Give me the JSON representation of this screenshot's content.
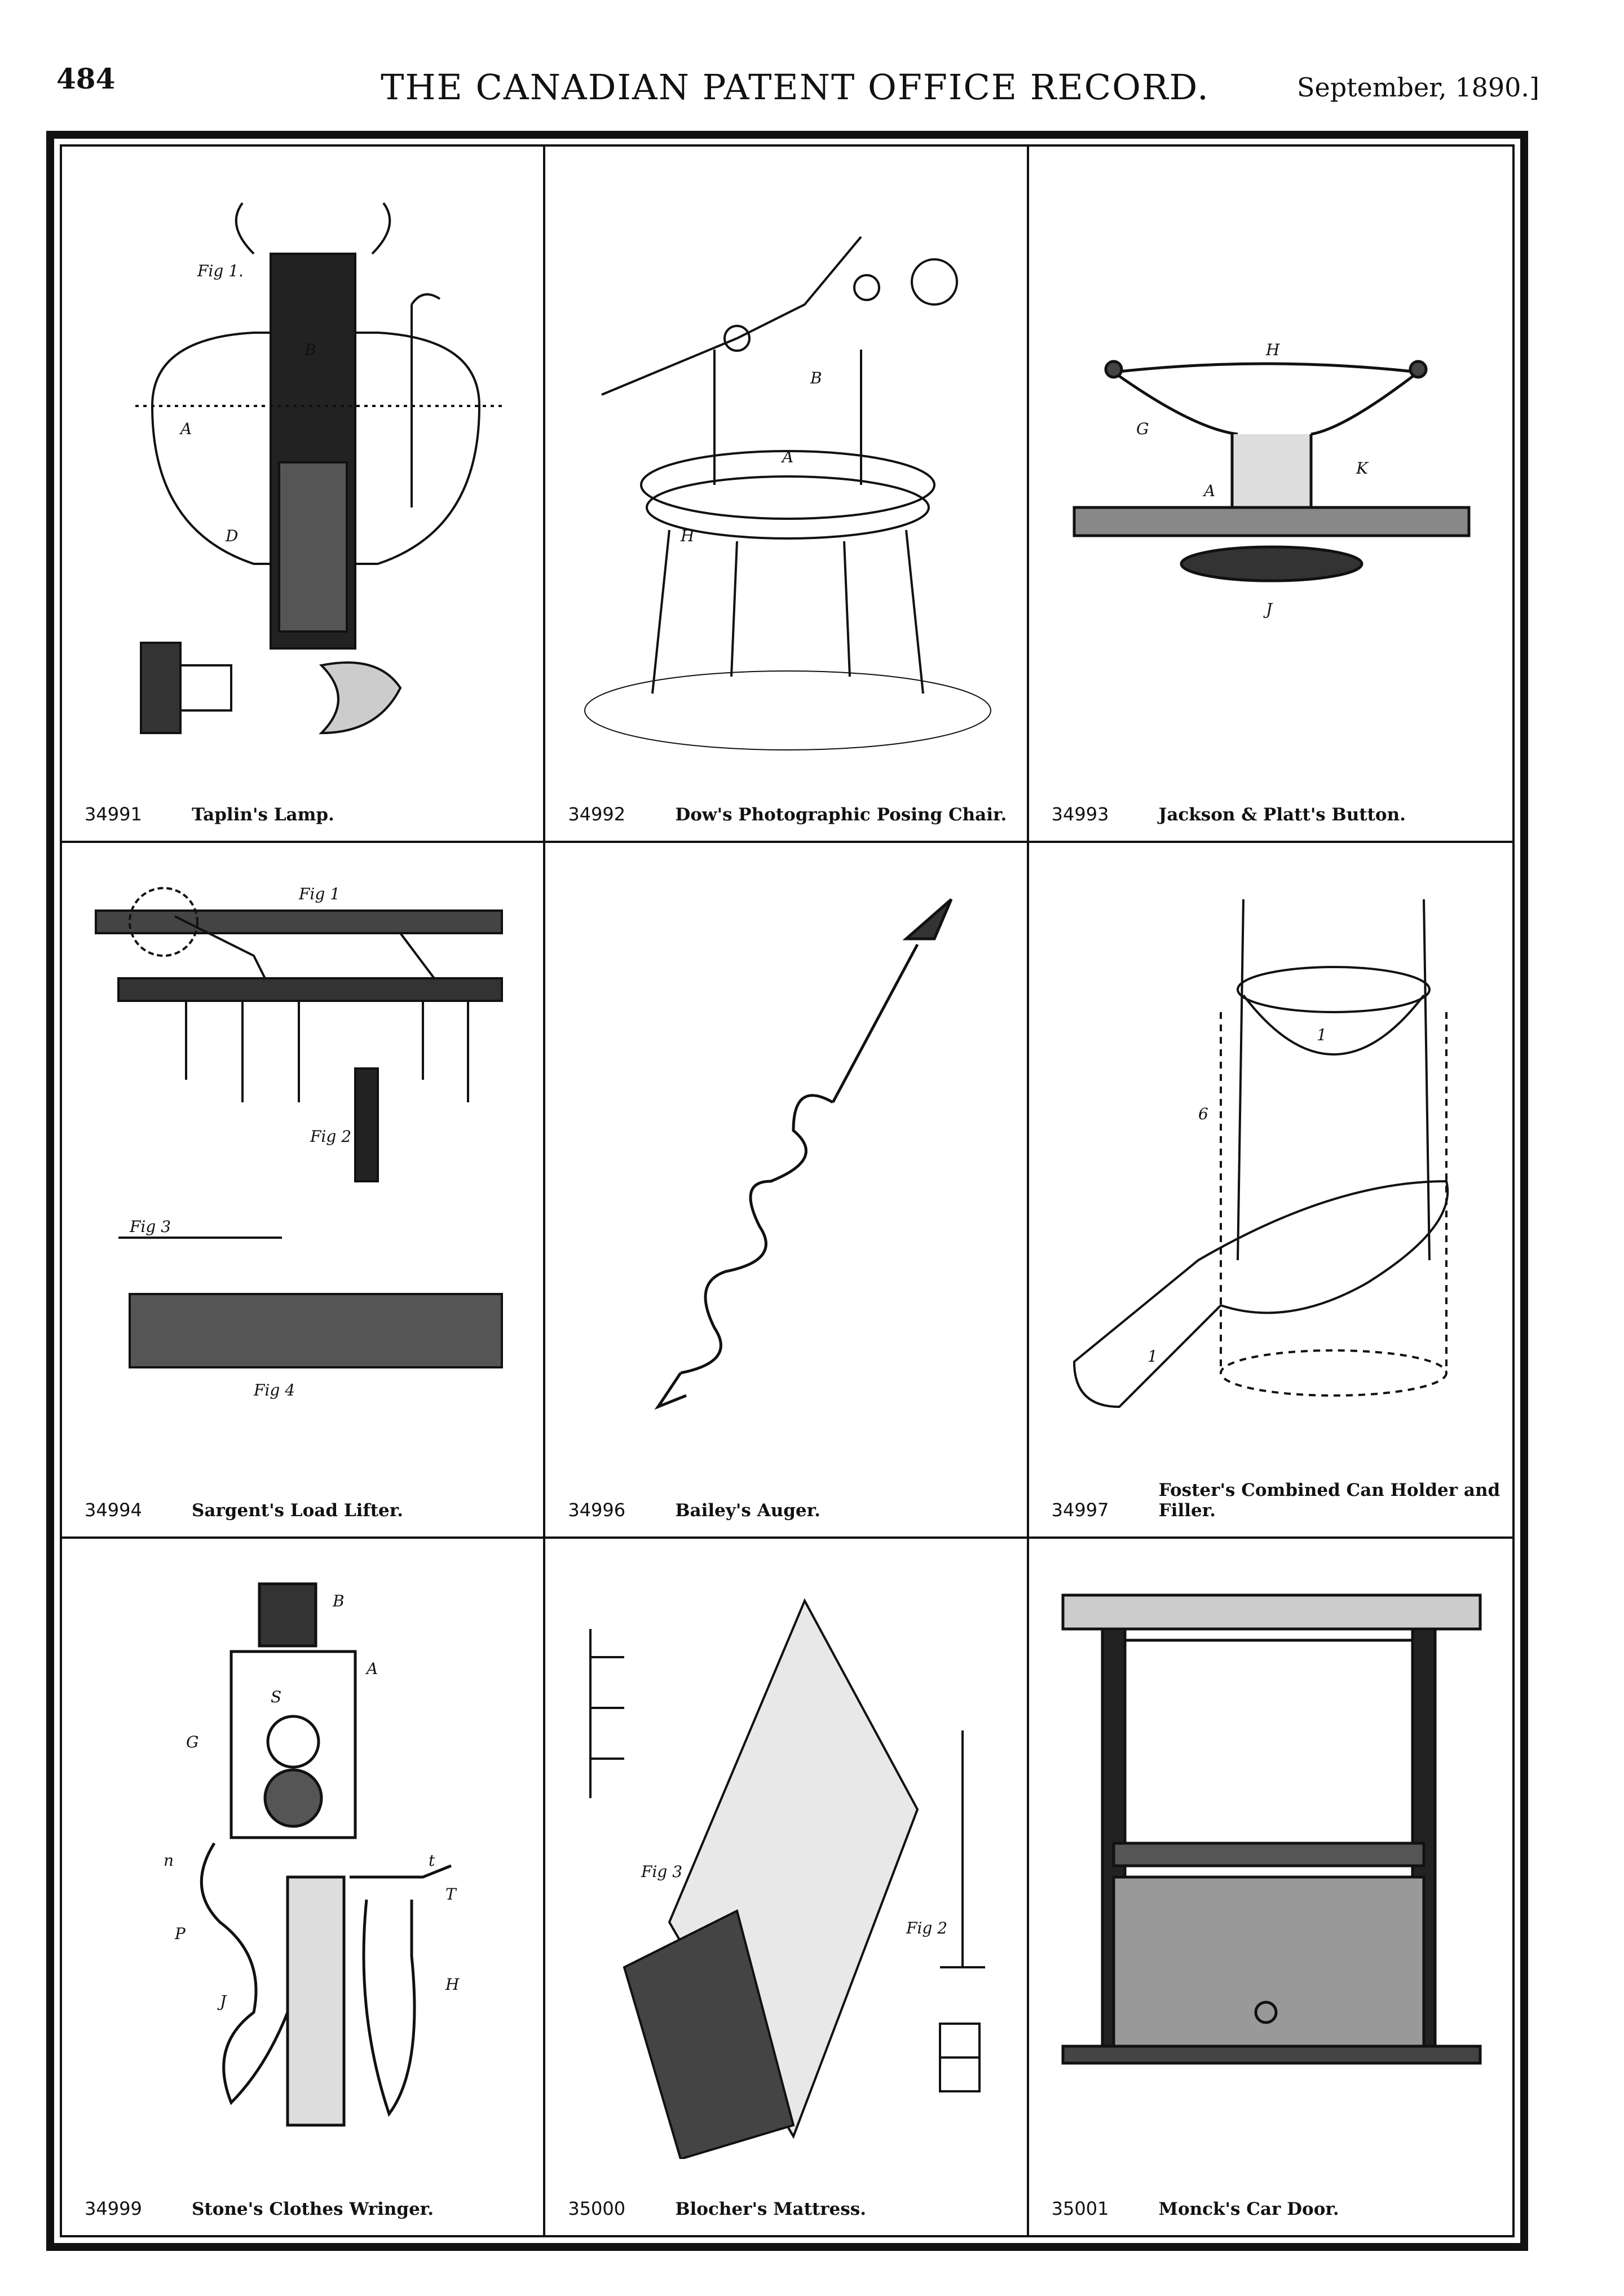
{
  "header": {
    "page_number": "484",
    "title": "THE CANADIAN PATENT OFFICE RECORD.",
    "date": "September, 1890.]"
  },
  "patents": [
    {
      "number": "34991",
      "name": "Taplin's Lamp."
    },
    {
      "number": "34992",
      "name": "Dow's Photographic Posing Chair."
    },
    {
      "number": "34993",
      "name": "Jackson & Platt's Button."
    },
    {
      "number": "34994",
      "name": "Sargent's Load Lifter."
    },
    {
      "number": "34996",
      "name": "Bailey's Auger."
    },
    {
      "number": "34997",
      "name": "Foster's Combined Can Holder and Filler."
    },
    {
      "number": "34999",
      "name": "Stone's Clothes Wringer."
    },
    {
      "number": "35000",
      "name": "Blocher's Mattress."
    },
    {
      "number": "35001",
      "name": "Monck's Car Door."
    }
  ]
}
